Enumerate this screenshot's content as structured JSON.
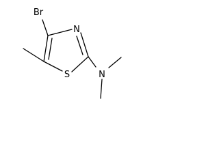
{
  "molecule": {
    "atoms": {
      "br": "Br",
      "n_ring": "N",
      "s_ring": "S",
      "n_amine": "N"
    },
    "colors": {
      "ink": "#000000",
      "background": "#ffffff"
    }
  }
}
